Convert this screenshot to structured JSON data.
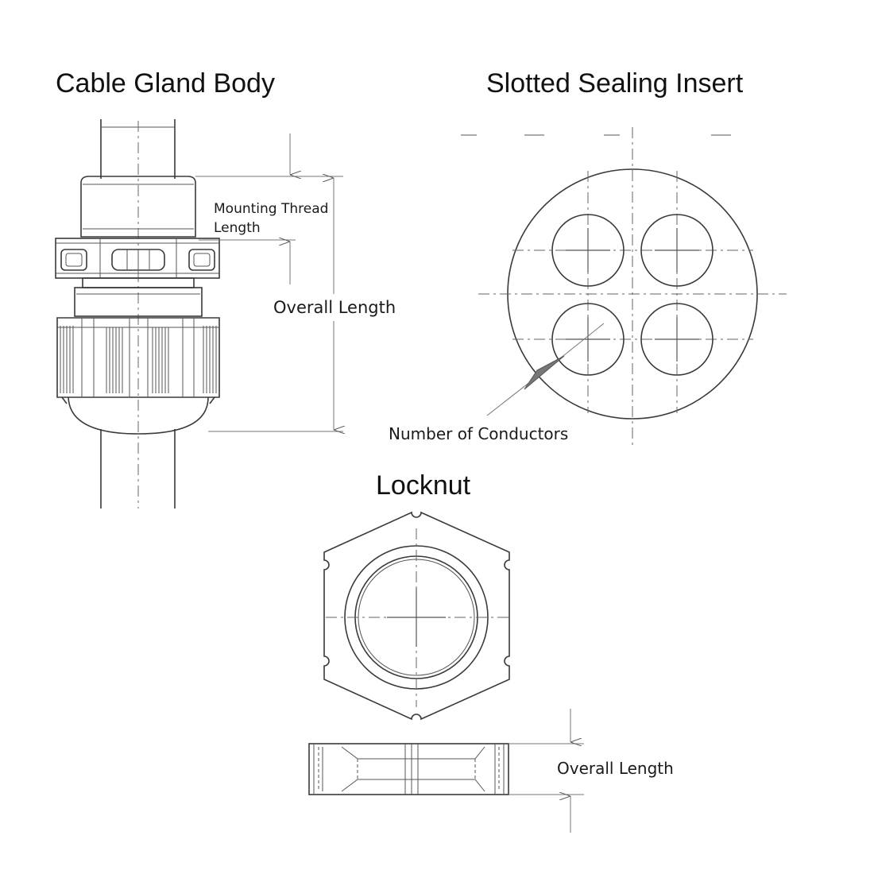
{
  "titles": {
    "body": "Cable Gland Body",
    "insert": "Slotted Sealing Insert",
    "locknut": "Locknut"
  },
  "labels": {
    "mounting_thread_line1": "Mounting Thread",
    "mounting_thread_line2": "Length",
    "overall_length_body": "Overall Length",
    "number_of_conductors": "Number of Conductors",
    "overall_length_locknut": "Overall Length"
  },
  "colors": {
    "line": "#3a3a3a",
    "text": "#111111",
    "background": "#ffffff"
  }
}
